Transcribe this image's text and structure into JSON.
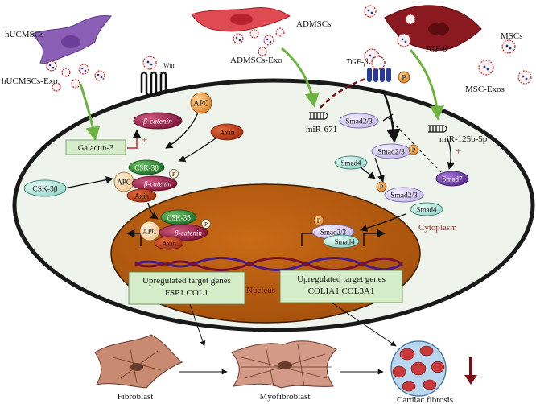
{
  "cells": {
    "hucmscs": "hUCMSCs",
    "hucmscs_exo": "hUCMSCs-Exo",
    "admscs": "ADMSCs",
    "admscs_exo": "ADMSCs-Exo",
    "mscs": "MSCs",
    "msc_exos": "MSC-Exos"
  },
  "ligands": {
    "wnt": "Wnt",
    "tgfb_receptor": "TGF-β",
    "tgfb_free": "TGF-β"
  },
  "mirnas": {
    "mir671": "miR-671",
    "mir125b": "miR-125b-5p"
  },
  "wnt_pathway": {
    "galactin3": "Galactin-3",
    "beta_catenin": "β-catenin",
    "apc": "APC",
    "axin": "Axin",
    "csk3b": "CSK-3β",
    "complex_apc": "APC",
    "complex_csk3b": "CSK-3β",
    "complex_beta_catenin": "β-catenin",
    "complex_axin": "Axin",
    "p_label": "P",
    "plus_sign": "+",
    "nuc_csk3b": "CSK-3β",
    "nuc_apc": "APC",
    "nuc_beta_catenin": "β-catenin",
    "nuc_axin": "Axin"
  },
  "tgf_pathway": {
    "smad23_a": "Smad2/3",
    "smad23_b": "Smad2/3",
    "smad4_a": "Smad4",
    "smad23_c": "Smad2/3",
    "smad4_b": "Smad4",
    "smad7": "Smad7",
    "nuc_smad23": "Smad2/3",
    "nuc_smad4": "Smad4",
    "plus_sign": "+"
  },
  "compartments": {
    "cytoplasm": "Cytoplasm",
    "nucleus": "Nucleus"
  },
  "target_genes": {
    "left_title": "Upregulated target genes",
    "left_genes": "FSP1   COL1",
    "right_title": "Upregulated target genes",
    "right_genes": "COLIA1   COL3A1"
  },
  "stages": {
    "fibroblast": "Fibroblast",
    "myofibroblast": "Myofibroblast",
    "cardiac_fibrosis": "Cardiac fibrosis"
  },
  "colors": {
    "cell_fill": "#ecf2ea",
    "nucleus_fill": "#b55a0d",
    "green_arrow": "#6db33f",
    "dark_red": "#7a0f15",
    "maroon": "#8b1a3a",
    "purple": "#7a3fb0",
    "green_dark": "#2e7d32",
    "orange": "#e09a3e",
    "teal_light": "#bfe6e0",
    "lavender": "#d9d2ee",
    "box_green": "#d4edc8"
  }
}
